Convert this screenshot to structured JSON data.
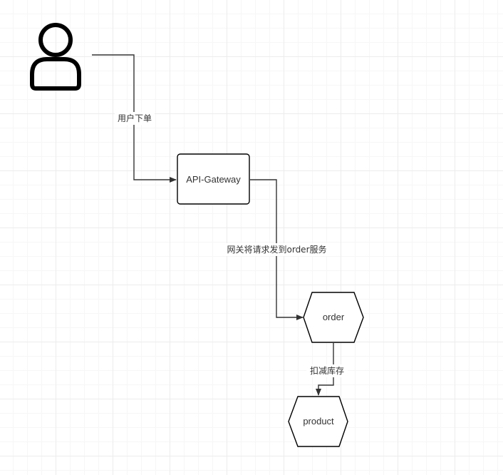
{
  "nodes": {
    "user": {
      "icon": "user-icon"
    },
    "gateway": {
      "label": "API-Gateway"
    },
    "order": {
      "label": "order"
    },
    "product": {
      "label": "product"
    }
  },
  "edges": {
    "user_to_gateway": {
      "label": "用户下单"
    },
    "gateway_to_order": {
      "label": "网关将请求发到order服务"
    },
    "order_to_product": {
      "label": "扣减库存"
    }
  },
  "colors": {
    "stroke": "#000000",
    "edge": "#333333",
    "grid_minor": "#f6f6f6",
    "grid_major": "#ececec"
  }
}
